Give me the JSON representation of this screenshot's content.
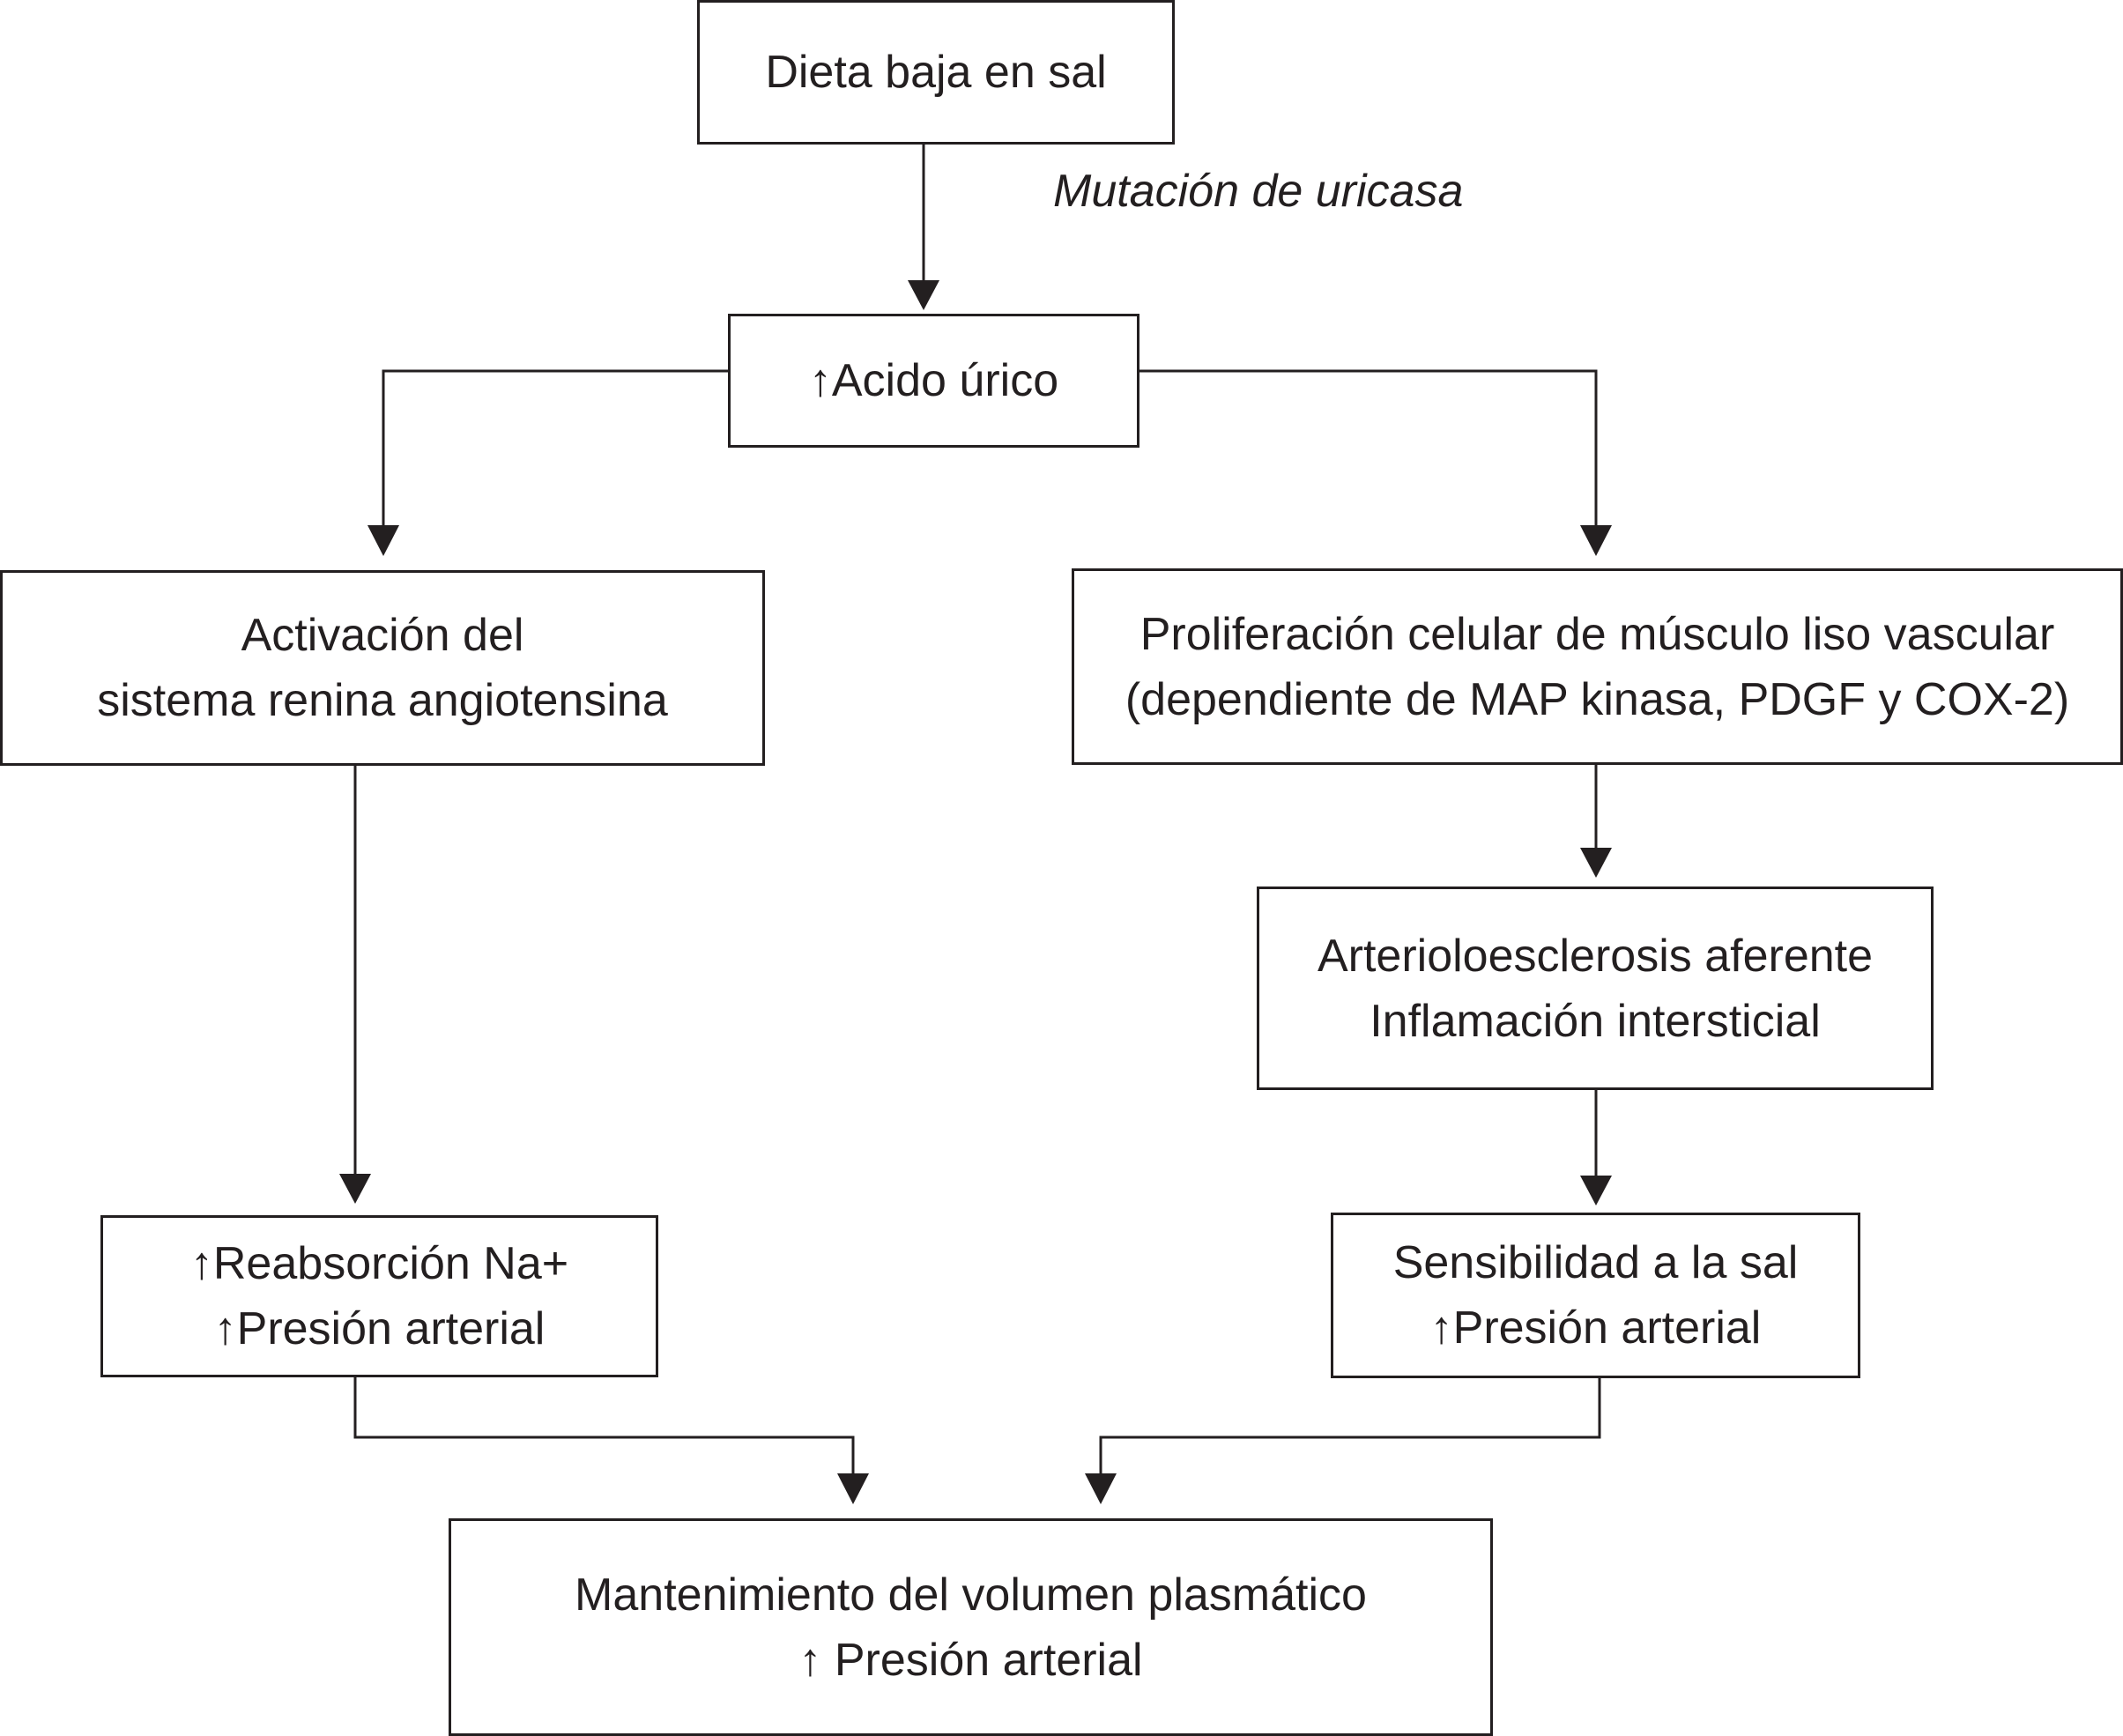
{
  "nodes": {
    "dieta": {
      "lines": [
        "Dieta baja en sal"
      ]
    },
    "acido": {
      "lines": [
        "↑Acido úrico"
      ]
    },
    "activacion": {
      "lines": [
        "Activación del",
        "sistema renina angiotensina"
      ]
    },
    "proliferacion": {
      "lines": [
        "Proliferación celular de músculo liso vascular",
        "(dependiente de MAP kinasa, PDGF y COX-2)"
      ]
    },
    "arterio": {
      "lines": [
        "Arterioloesclerosis aferente",
        "Inflamación intersticial"
      ]
    },
    "reabsorcion": {
      "lines": [
        "↑Reabsorción Na+",
        "↑Presión arterial"
      ]
    },
    "sensibilidad": {
      "lines": [
        "Sensibilidad a la sal",
        "↑Presión arterial"
      ]
    },
    "mantenimiento": {
      "lines": [
        "Mantenimiento del volumen plasmático",
        "↑ Presión arterial"
      ]
    }
  },
  "annotations": {
    "mutacion": "Mutación de uricasa"
  },
  "edges": [
    {
      "from": "dieta",
      "to": "acido"
    },
    {
      "from": "acido",
      "to": "activacion"
    },
    {
      "from": "acido",
      "to": "proliferacion"
    },
    {
      "from": "proliferacion",
      "to": "arterio"
    },
    {
      "from": "arterio",
      "to": "sensibilidad"
    },
    {
      "from": "activacion",
      "to": "reabsorcion"
    },
    {
      "from": "reabsorcion",
      "to": "mantenimiento"
    },
    {
      "from": "sensibilidad",
      "to": "mantenimiento"
    }
  ],
  "colors": {
    "line": "#231f20",
    "background": "#ffffff"
  }
}
